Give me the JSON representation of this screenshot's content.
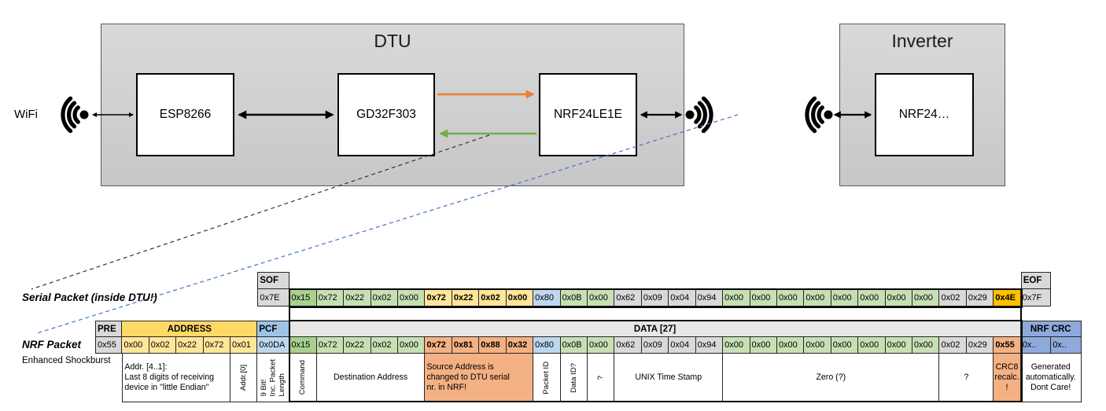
{
  "colors": {
    "gray": "#D9D9D9",
    "grayLight": "#E7E6E6",
    "yellow": "#FFE699",
    "yellowHeader": "#FFD966",
    "blueHeader": "#9DC3E6",
    "blueLight": "#BDD7EE",
    "blueMid": "#8EAADB",
    "greenMid": "#A9D08E",
    "greenLight": "#C6E0B4",
    "salmon": "#F4B183",
    "amber": "#FFC000",
    "orangeArrow": "#ED7D31",
    "greenArrow": "#70AD47",
    "blueDashed": "#4472C4"
  },
  "diagram": {
    "wifi_label": "WiFi",
    "dtu_title": "DTU",
    "esp_label": "ESP8266",
    "gd32_label": "GD32F303",
    "nrf_label": "NRF24LE1E",
    "inverter_title": "Inverter",
    "inverter_nrf_label": "NRF24…"
  },
  "packet_table": {
    "serial": {
      "label": "Serial Packet (inside DTU!)",
      "sof_header": "SOF",
      "sof_value": "0x7E",
      "eof_header": "EOF",
      "eof_value": "0x7F",
      "data_bytes": [
        {
          "v": "0x15",
          "c": "greenMid"
        },
        {
          "v": "0x72",
          "c": "greenLight"
        },
        {
          "v": "0x22",
          "c": "greenLight"
        },
        {
          "v": "0x02",
          "c": "greenLight"
        },
        {
          "v": "0x00",
          "c": "greenLight"
        },
        {
          "v": "0x72",
          "c": "yellow",
          "b": true
        },
        {
          "v": "0x22",
          "c": "yellow",
          "b": true
        },
        {
          "v": "0x02",
          "c": "yellow",
          "b": true
        },
        {
          "v": "0x00",
          "c": "yellow",
          "b": true
        },
        {
          "v": "0x80",
          "c": "blueLight"
        },
        {
          "v": "0x0B",
          "c": "greenLight"
        },
        {
          "v": "0x00",
          "c": "greenLight"
        },
        {
          "v": "0x62",
          "c": "gray"
        },
        {
          "v": "0x09",
          "c": "gray"
        },
        {
          "v": "0x04",
          "c": "gray"
        },
        {
          "v": "0x94",
          "c": "gray"
        },
        {
          "v": "0x00",
          "c": "greenLight"
        },
        {
          "v": "0x00",
          "c": "greenLight"
        },
        {
          "v": "0x00",
          "c": "greenLight"
        },
        {
          "v": "0x00",
          "c": "greenLight"
        },
        {
          "v": "0x00",
          "c": "greenLight"
        },
        {
          "v": "0x00",
          "c": "greenLight"
        },
        {
          "v": "0x00",
          "c": "greenLight"
        },
        {
          "v": "0x00",
          "c": "greenLight"
        },
        {
          "v": "0x02",
          "c": "gray"
        },
        {
          "v": "0x29",
          "c": "gray"
        },
        {
          "v": "0x4E",
          "c": "amber",
          "b": true
        }
      ]
    },
    "nrf": {
      "label": "NRF Packet",
      "sublabel": "Enhanced Shockburst",
      "headers": [
        {
          "label": "PRE",
          "col": 1,
          "span": 1,
          "c": "gray"
        },
        {
          "label": "ADDRESS",
          "col": 2,
          "span": 5,
          "c": "yellowHeader",
          "center": true
        },
        {
          "label": "PCF",
          "col": 7,
          "span": 1,
          "c": "blueHeader"
        },
        {
          "label": "DATA [27]",
          "col": 8,
          "span": 27,
          "c": "grayLight",
          "center": true
        },
        {
          "label": "NRF CRC",
          "col": 35,
          "span": 2,
          "c": "blueMid",
          "center": true
        }
      ],
      "bytes": [
        {
          "v": "0x55",
          "c": "gray"
        },
        {
          "v": "0x00",
          "c": "yellow"
        },
        {
          "v": "0x02",
          "c": "yellow"
        },
        {
          "v": "0x22",
          "c": "yellow"
        },
        {
          "v": "0x72",
          "c": "yellow"
        },
        {
          "v": "0x01",
          "c": "yellow"
        },
        {
          "v": "0x0DA",
          "c": "blueLight"
        },
        {
          "v": "0x15",
          "c": "greenMid"
        },
        {
          "v": "0x72",
          "c": "greenLight"
        },
        {
          "v": "0x22",
          "c": "greenLight"
        },
        {
          "v": "0x02",
          "c": "greenLight"
        },
        {
          "v": "0x00",
          "c": "greenLight"
        },
        {
          "v": "0x72",
          "c": "salmon",
          "b": true
        },
        {
          "v": "0x81",
          "c": "salmon",
          "b": true
        },
        {
          "v": "0x88",
          "c": "salmon",
          "b": true
        },
        {
          "v": "0x32",
          "c": "salmon",
          "b": true
        },
        {
          "v": "0x80",
          "c": "blueLight"
        },
        {
          "v": "0x0B",
          "c": "greenLight"
        },
        {
          "v": "0x00",
          "c": "greenLight"
        },
        {
          "v": "0x62",
          "c": "gray"
        },
        {
          "v": "0x09",
          "c": "gray"
        },
        {
          "v": "0x04",
          "c": "gray"
        },
        {
          "v": "0x94",
          "c": "gray"
        },
        {
          "v": "0x00",
          "c": "greenLight"
        },
        {
          "v": "0x00",
          "c": "greenLight"
        },
        {
          "v": "0x00",
          "c": "greenLight"
        },
        {
          "v": "0x00",
          "c": "greenLight"
        },
        {
          "v": "0x00",
          "c": "greenLight"
        },
        {
          "v": "0x00",
          "c": "greenLight"
        },
        {
          "v": "0x00",
          "c": "greenLight"
        },
        {
          "v": "0x00",
          "c": "greenLight"
        },
        {
          "v": "0x02",
          "c": "gray"
        },
        {
          "v": "0x29",
          "c": "gray"
        },
        {
          "v": "0x55",
          "c": "salmon",
          "b": true
        },
        {
          "v": "0x..",
          "c": "blueMid"
        },
        {
          "v": "0x..",
          "c": "blueMid"
        }
      ],
      "annotations": [
        {
          "text": "Addr. [4..1]:\nLast 8 digits of receiving\ndevice in \"little Endian\"",
          "col": 2,
          "span": 4,
          "kind": "h",
          "align": "left"
        },
        {
          "text": "Addr.[0]",
          "col": 6,
          "span": 1,
          "kind": "v"
        },
        {
          "text": "9 Bit!\nInc. Packet\nLength",
          "col": 7,
          "span": 1,
          "kind": "v"
        },
        {
          "text": "Command",
          "col": 8,
          "span": 1,
          "kind": "v"
        },
        {
          "text": "Destination Address",
          "col": 9,
          "span": 4,
          "kind": "h",
          "align": "center"
        },
        {
          "text": "Source Address is\nchanged to DTU serial\nnr. in NRF!",
          "col": 13,
          "span": 4,
          "kind": "h",
          "align": "left",
          "c": "salmon"
        },
        {
          "text": "Packet ID",
          "col": 17,
          "span": 1,
          "kind": "v"
        },
        {
          "text": "Data ID?",
          "col": 18,
          "span": 1,
          "kind": "v"
        },
        {
          "text": "?",
          "col": 19,
          "span": 1,
          "kind": "v"
        },
        {
          "text": "UNIX Time Stamp",
          "col": 20,
          "span": 4,
          "kind": "h",
          "align": "center"
        },
        {
          "text": "Zero (?)",
          "col": 24,
          "span": 8,
          "kind": "h",
          "align": "center"
        },
        {
          "text": "?",
          "col": 32,
          "span": 2,
          "kind": "h",
          "align": "center"
        },
        {
          "text": "CRC8\nrecalc.\n!",
          "col": 34,
          "span": 1,
          "kind": "h",
          "align": "center",
          "c": "salmon"
        },
        {
          "text": "Generated\nautomatically.\nDont Care!",
          "col": 35,
          "span": 2,
          "kind": "h",
          "align": "center"
        }
      ]
    }
  }
}
